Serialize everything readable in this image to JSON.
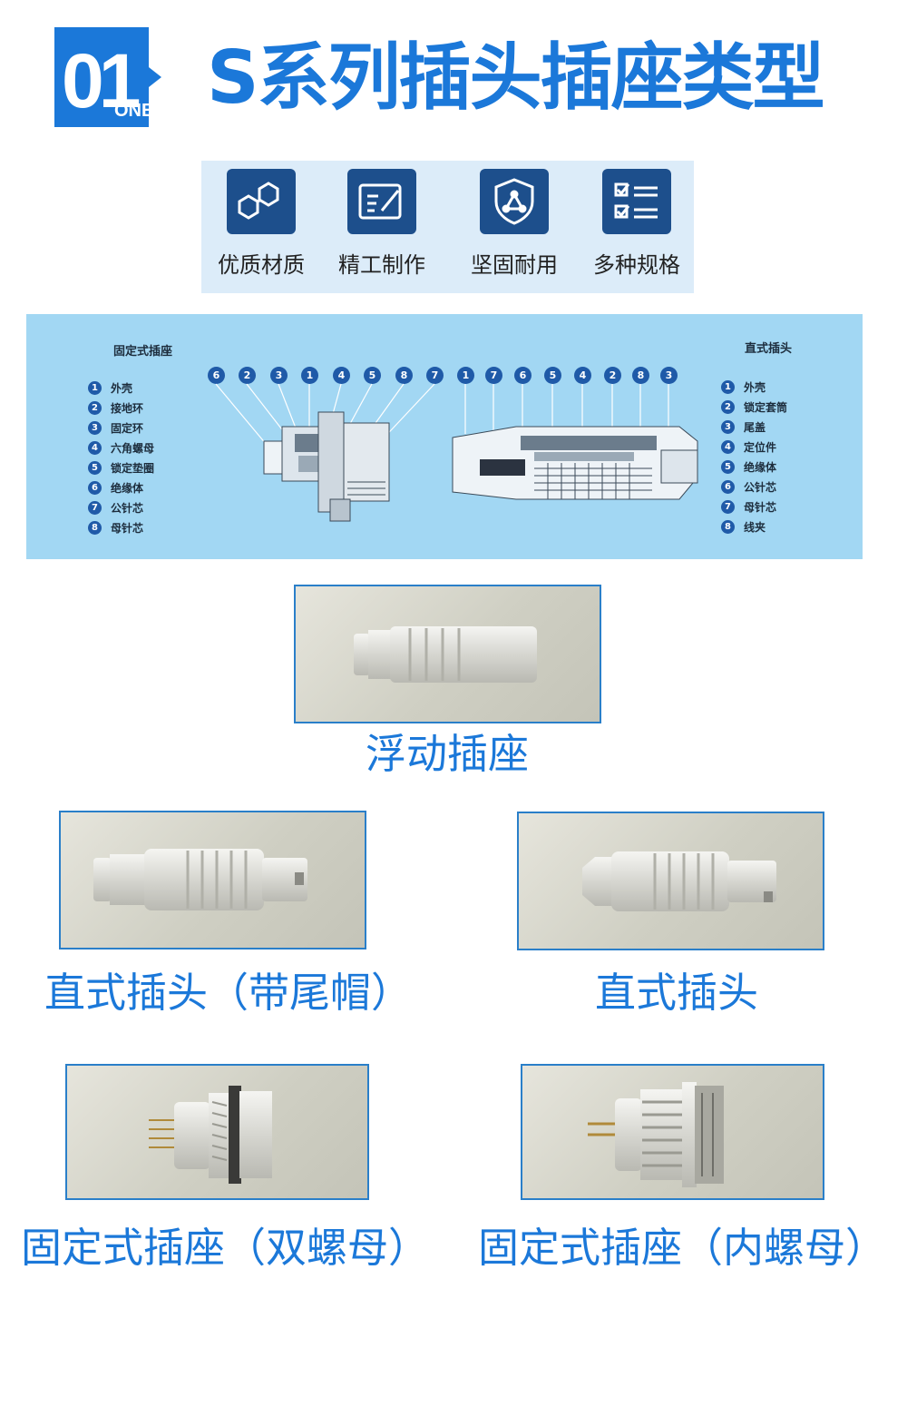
{
  "header": {
    "badge_number": "01",
    "badge_sub": "ONE",
    "title": "S系列插头插座类型"
  },
  "features": [
    {
      "label": "优质材质",
      "icon": "molecule-icon"
    },
    {
      "label": "精工制作",
      "icon": "edit-form-icon"
    },
    {
      "label": "坚固耐用",
      "icon": "shield-icon"
    },
    {
      "label": "多种规格",
      "icon": "checklist-icon"
    }
  ],
  "diagram": {
    "left_title": "固定式插座",
    "right_title": "直式插头",
    "left_legend": [
      "外壳",
      "接地环",
      "固定环",
      "六角螺母",
      "锁定垫圈",
      "绝缘体",
      "公针芯",
      "母针芯"
    ],
    "right_legend": [
      "外壳",
      "锁定套筒",
      "尾盖",
      "定位件",
      "绝缘体",
      "公针芯",
      "母针芯",
      "线夹"
    ],
    "left_callouts": [
      "6",
      "2",
      "3",
      "1",
      "4",
      "5",
      "8",
      "7"
    ],
    "right_callouts": [
      "1",
      "7",
      "6",
      "5",
      "4",
      "2",
      "8",
      "3"
    ]
  },
  "products": {
    "floating_socket": "浮动插座",
    "straight_plug_cap": "直式插头（带尾帽）",
    "straight_plug": "直式插头",
    "fixed_socket_double_nut": "固定式插座（双螺母）",
    "fixed_socket_inner_nut": "固定式插座（内螺母）"
  },
  "colors": {
    "accent": "#1b78d9",
    "icon_bg": "#1d4f8c",
    "diagram_bg": "#a2d7f3",
    "feature_bg": "#dcecf9"
  }
}
